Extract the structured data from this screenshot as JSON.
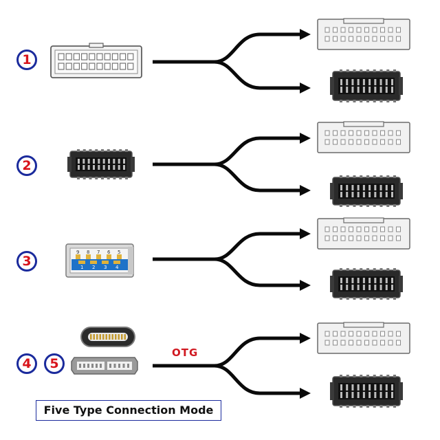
{
  "inputs": [
    {
      "number": "1",
      "connector": "20-pin-header"
    },
    {
      "number": "2",
      "connector": "20-pin-key-a-socket"
    },
    {
      "number": "3",
      "connector": "usb-3-type-a"
    },
    {
      "number": "4",
      "connector": "usb-type-c"
    },
    {
      "number": "5",
      "connector": "micro-usb-3-b"
    }
  ],
  "usb_a_pins_top": [
    "9",
    "8",
    "7",
    "6",
    "5"
  ],
  "usb_a_pins_bottom": [
    "1",
    "2",
    "3",
    "4"
  ],
  "outputs": [
    "19/20-pin-header",
    "20-pin-key-a-socket"
  ],
  "otg_label": "OTG",
  "caption": "Five Type Connection Mode",
  "colors": {
    "circle_border": "#1a2a9c",
    "number": "#d8141c",
    "otg": "#d01820",
    "usb_blue": "#1e72c8"
  }
}
